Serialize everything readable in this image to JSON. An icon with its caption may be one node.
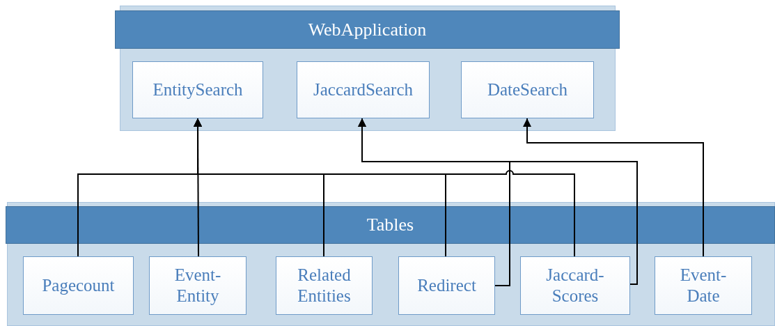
{
  "diagram": {
    "nodes": [
      {
        "text": [
          "WebApplication"
        ]
      },
      {
        "text": [
          "EntitySearch"
        ],
        "in": 0
      },
      {
        "text": [
          "JaccardSearch"
        ],
        "in": 0
      },
      {
        "text": [
          "DateSearch"
        ],
        "in": 0
      },
      {
        "text": [
          "Tables"
        ]
      },
      {
        "text": [
          "Pagecount"
        ],
        "in": 4
      },
      {
        "text": [
          "Event- Entity"
        ],
        "in": 4
      },
      {
        "text": [
          "Related Entities"
        ],
        "in": 4
      },
      {
        "text": [
          "Redirect"
        ],
        "in": 4
      },
      {
        "text": [
          "Jaccard- Scores"
        ],
        "in": 4
      },
      {
        "text": [
          "Event- Date"
        ],
        "in": 4
      }
    ],
    "edges": [
      {
        "from": 5,
        "to": 1,
        "arrow": "to"
      },
      {
        "from": 6,
        "to": 1,
        "arrow": "to"
      },
      {
        "from": 7,
        "to": 1,
        "arrow": "to"
      },
      {
        "from": 8,
        "to": 1,
        "arrow": "to"
      },
      {
        "from": 9,
        "to": 1,
        "arrow": "to"
      },
      {
        "from": 8,
        "to": 2,
        "arrow": "to"
      },
      {
        "from": 9,
        "to": 2,
        "arrow": "to"
      },
      {
        "from": 10,
        "to": 3,
        "arrow": "to"
      }
    ]
  }
}
